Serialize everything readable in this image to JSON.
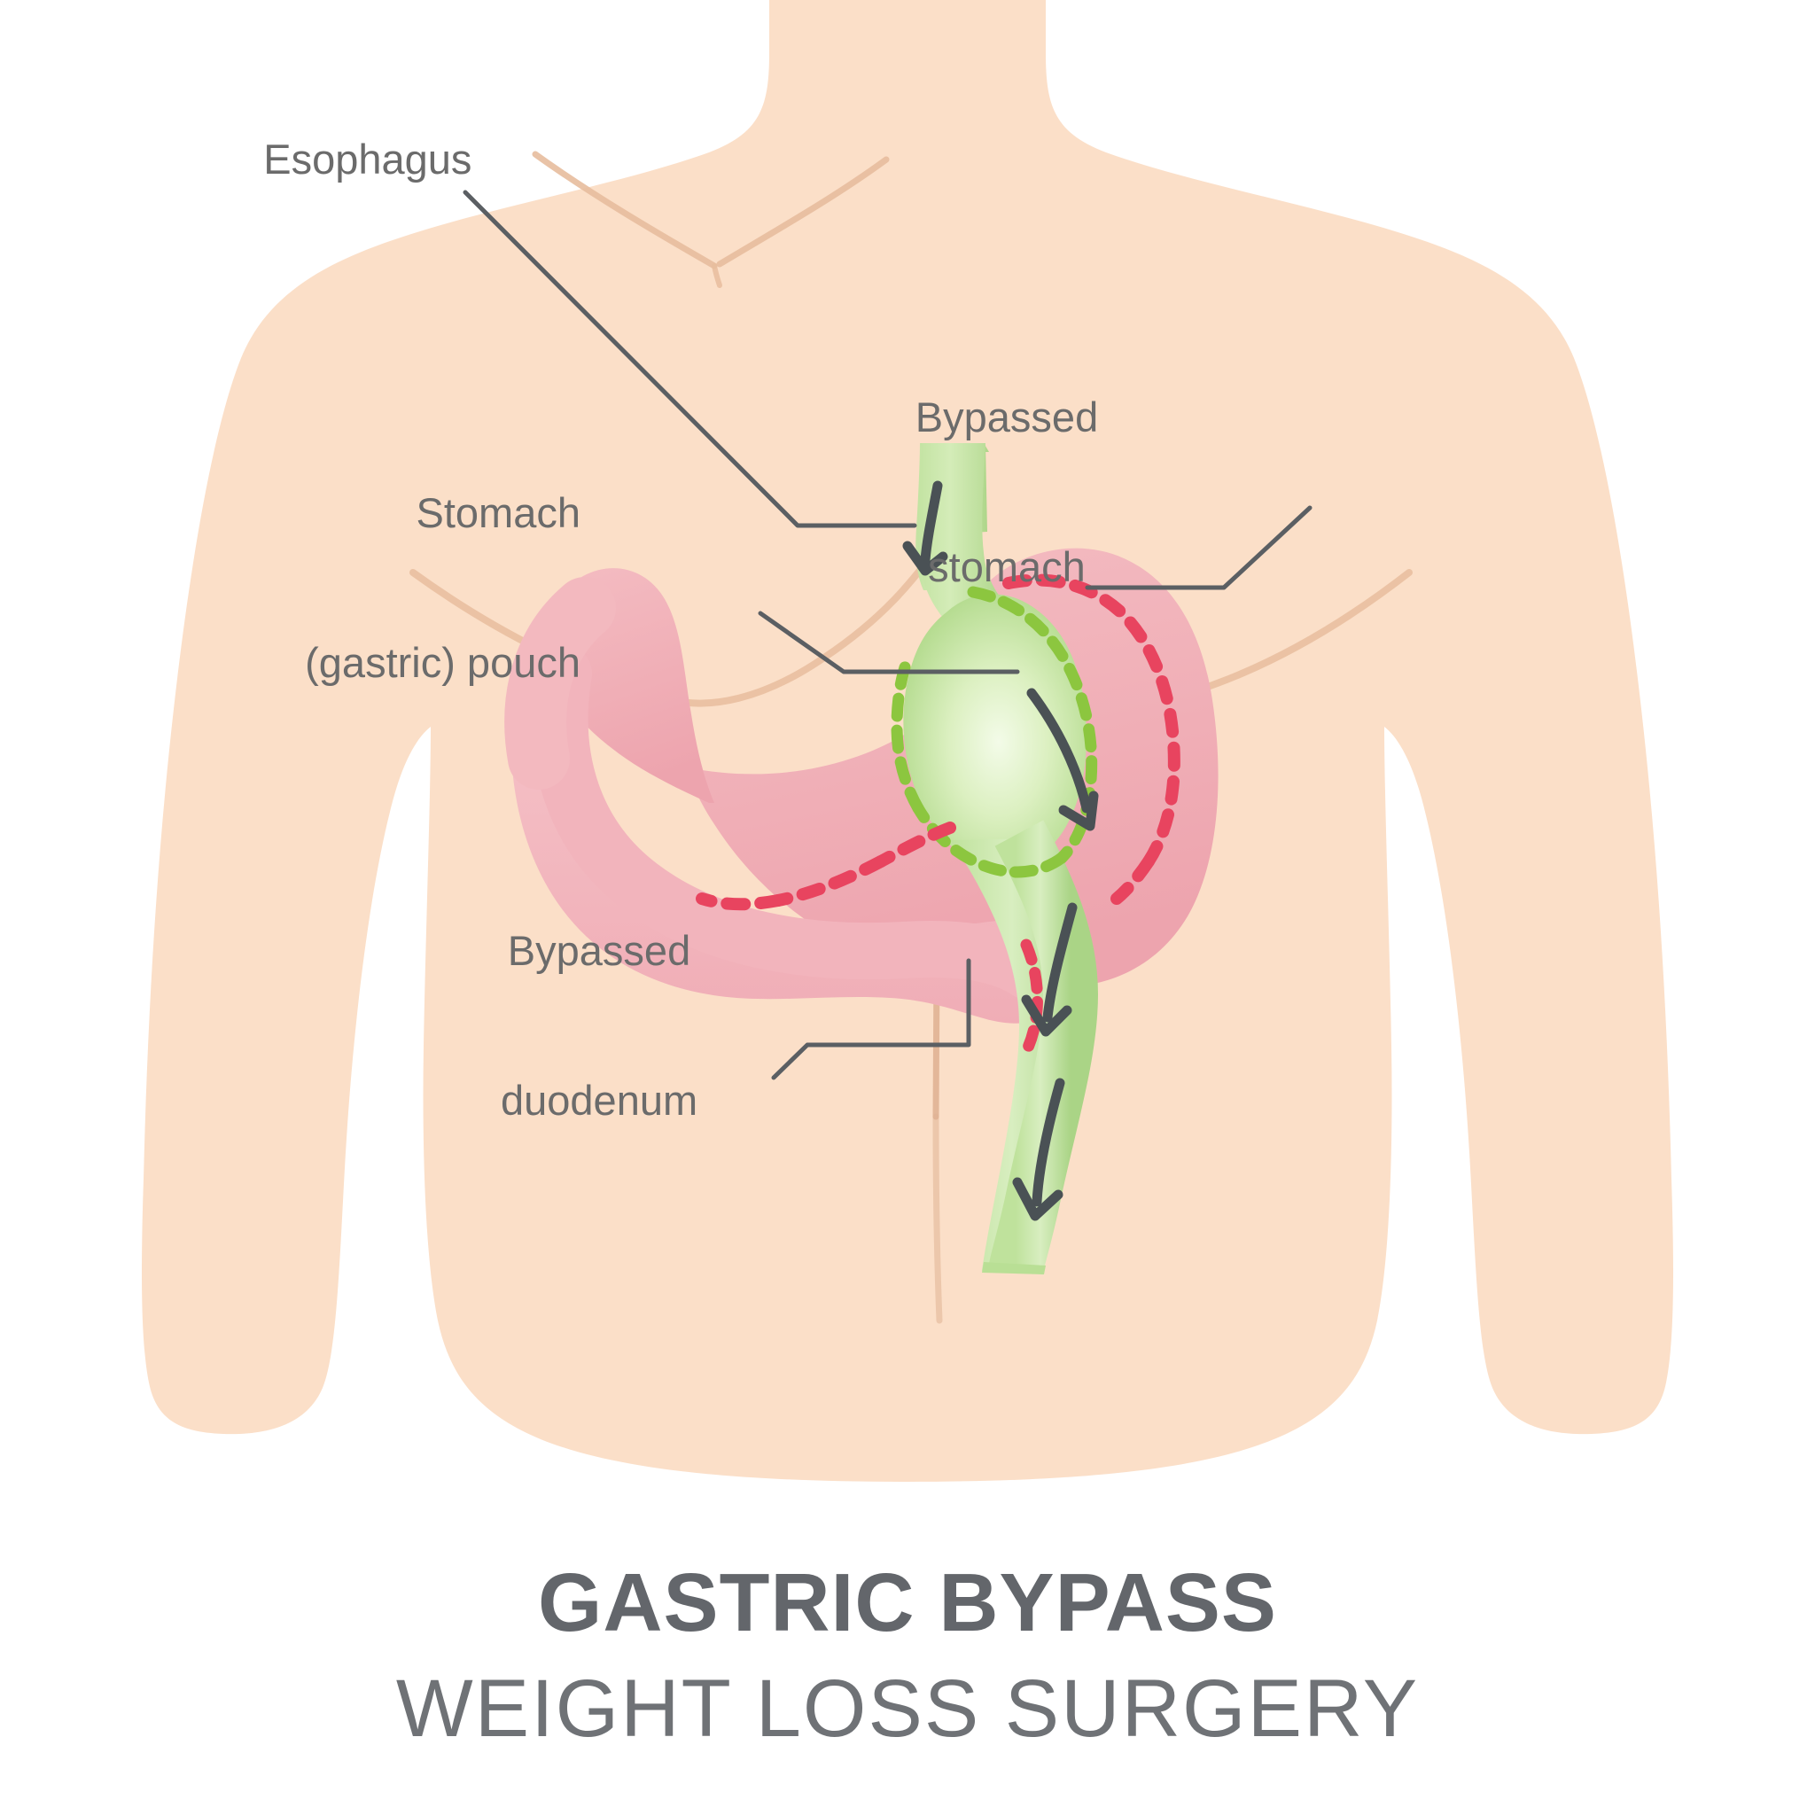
{
  "title": {
    "main": "GASTRIC BYPASS",
    "sub": "WEIGHT LOSS SURGERY"
  },
  "labels": {
    "esophagus": "Esophagus",
    "pouch_line1": "Stomach",
    "pouch_line2": "(gastric) pouch",
    "bypassed_stomach_line1": "Bypassed",
    "bypassed_stomach_line2": "stomach",
    "bypassed_duodenum_line1": "Bypassed",
    "bypassed_duodenum_line2": "duodenum"
  },
  "colors": {
    "background": "#ffffff",
    "skin": "#fbdfc8",
    "skin_contour": "#e7bd9d",
    "organ_pink": "#f3b9bf",
    "organ_pink_light": "#f6c8cd",
    "organ_pink_deep": "#efa8b2",
    "limb_green": "#b9df95",
    "limb_green_light": "#dff0c8",
    "staple_green": "#8cc63f",
    "staple_red": "#e8445f",
    "arrow_gray": "#4a5155",
    "leader_line": "#5b5f63",
    "title_gray": "#63666b",
    "label_gray": "#6b6b6b"
  },
  "diagram": {
    "type": "medical-anatomy-illustration",
    "subject": "Roux-en-Y gastric bypass",
    "flow_arrows": 4,
    "staple_lines": [
      {
        "name": "pouch-staple-line",
        "color": "#8cc63f"
      },
      {
        "name": "bypassed-stomach-staple-line",
        "color": "#e8445f"
      },
      {
        "name": "duodenum-cut-staple-line",
        "color": "#e8445f"
      },
      {
        "name": "gastrojejunal-staple-line",
        "color": "#e8445f"
      }
    ]
  }
}
